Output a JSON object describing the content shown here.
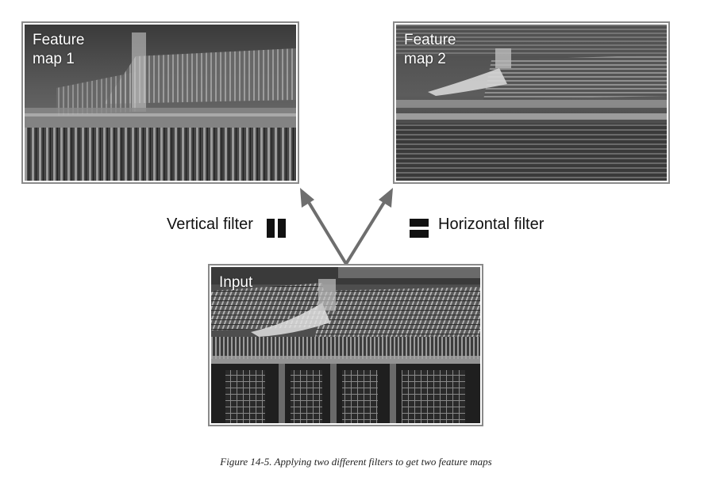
{
  "panels": {
    "feature_map_1": {
      "label": "Feature\nmap 1"
    },
    "feature_map_2": {
      "label": "Feature\nmap 2"
    },
    "input": {
      "label": "Input"
    }
  },
  "filters": {
    "vertical": {
      "label": "Vertical filter",
      "icon": "vertical-filter-icon"
    },
    "horizontal": {
      "label": "Horizontal filter",
      "icon": "horizontal-filter-icon"
    }
  },
  "caption": "Figure 14-5. Applying two different filters to get two feature maps",
  "colors": {
    "arrow": "#6e6e6e",
    "frame": "#8a8a8a",
    "label": "#ffffff"
  }
}
